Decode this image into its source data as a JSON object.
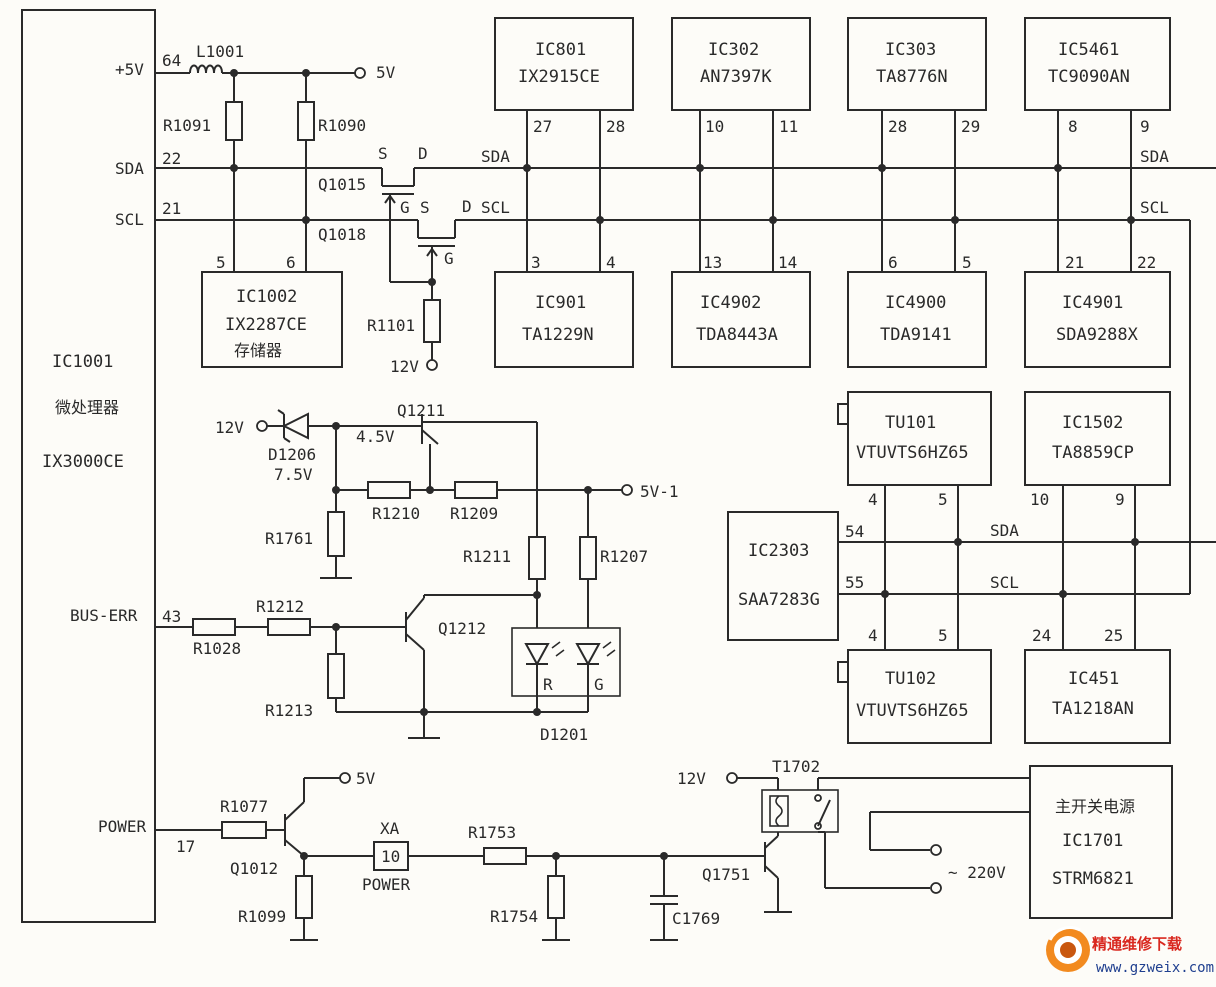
{
  "ic1001": {
    "name": "IC1001",
    "desc": "微处理器",
    "part": "IX3000CE"
  },
  "mcu_pins": {
    "v5": "+5V",
    "sda": "SDA",
    "scl": "SCL",
    "buserr": "BUS-ERR",
    "power": "POWER"
  },
  "pin_numbers": {
    "p64": "64",
    "p22": "22",
    "p21": "21",
    "p43": "43",
    "p17": "17"
  },
  "ics_top": [
    {
      "ref": "IC801",
      "part": "IX2915CE",
      "pinA": "27",
      "pinB": "28"
    },
    {
      "ref": "IC302",
      "part": "AN7397K",
      "pinA": "10",
      "pinB": "11"
    },
    {
      "ref": "IC303",
      "part": "TA8776N",
      "pinA": "28",
      "pinB": "29"
    },
    {
      "ref": "IC5461",
      "part": "TC9090AN",
      "pinA": "8",
      "pinB": "9"
    }
  ],
  "ics_mid": [
    {
      "ref": "IC1002",
      "part": "IX2287CE",
      "desc": "存储器",
      "pinA": "5",
      "pinB": "6"
    },
    {
      "ref": "IC901",
      "part": "TA1229N",
      "pinA": "3",
      "pinB": "4"
    },
    {
      "ref": "IC4902",
      "part": "TDA8443A",
      "pinA": "13",
      "pinB": "14"
    },
    {
      "ref": "IC4900",
      "part": "TDA9141",
      "pinA": "6",
      "pinB": "5"
    },
    {
      "ref": "IC4901",
      "part": "SDA9288X",
      "pinA": "21",
      "pinB": "22"
    }
  ],
  "ics_lower": {
    "tu101": {
      "ref": "TU101",
      "part": "VTUVTS6HZ65",
      "pinA": "4",
      "pinB": "5"
    },
    "ic1502": {
      "ref": "IC1502",
      "part": "TA8859CP",
      "pinA": "10",
      "pinB": "9"
    },
    "ic2303": {
      "ref": "IC2303",
      "part": "SAA7283G",
      "pinA": "54",
      "pinB": "55"
    },
    "tu102": {
      "ref": "TU102",
      "part": "VTUVTS6HZ65",
      "pinA": "4",
      "pinB": "5"
    },
    "ic451": {
      "ref": "IC451",
      "part": "TA1218AN",
      "pinA": "24",
      "pinB": "25"
    },
    "ic1701": {
      "desc": "主开关电源",
      "ref": "IC1701",
      "part": "STRM6821"
    }
  },
  "bus_labels": {
    "sda": "SDA",
    "scl": "SCL"
  },
  "components": {
    "l1001": "L1001",
    "r1091": "R1091",
    "r1090": "R1090",
    "q1015": "Q1015",
    "q1018": "Q1018",
    "r1101": "R1101",
    "s1": "S",
    "d1": "D",
    "g1": "G",
    "s2": "S",
    "d2": "D",
    "g2": "G",
    "q1211": "Q1211",
    "d1206": "D1206",
    "r1761": "R1761",
    "r1210": "R1210",
    "r1209": "R1209",
    "r1211": "R1211",
    "r1207": "R1207",
    "r1212": "R1212",
    "r1028": "R1028",
    "q1212": "Q1212",
    "r1213": "R1213",
    "d1201": "D1201",
    "led_r": "R",
    "led_g": "G",
    "r1077": "R1077",
    "q1012": "Q1012",
    "r1099": "R1099",
    "xa": "XA",
    "xa_pin": "10",
    "xa_name": "POWER",
    "r1753": "R1753",
    "r1754": "R1754",
    "c1769": "C1769",
    "q1751": "Q1751",
    "t1702": "T1702"
  },
  "supplies": {
    "v5a": "5V",
    "v12a": "12V",
    "v12b": "12V",
    "v45": "4.5V",
    "v75": "7.5V",
    "v5_1": "5V-1",
    "v5b": "5V",
    "v12c": "12V",
    "v220": "~ 220V"
  },
  "watermark": {
    "name": "精通维修下载",
    "url": "www.gzweix.com"
  }
}
